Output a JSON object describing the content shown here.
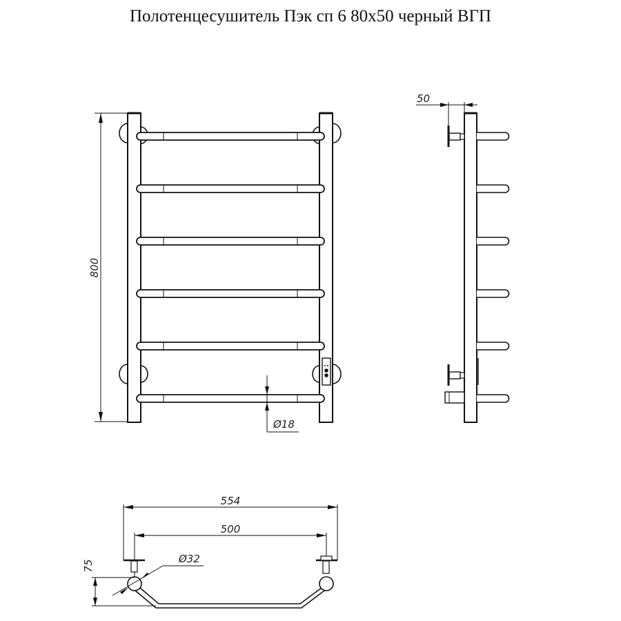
{
  "title": "Полотенцесушитель Пэк сп 6 80x50 черный ВГП",
  "front_view": {
    "height_label": "800",
    "rung_diameter_label": "Ø18",
    "rung_count": 6
  },
  "side_view": {
    "depth_label": "50"
  },
  "top_view": {
    "overall_width_label": "554",
    "center_distance_label": "500",
    "connection_diameter_label": "Ø32",
    "offset_label": "75"
  },
  "colors": {
    "line": "#111111",
    "background": "#ffffff"
  }
}
